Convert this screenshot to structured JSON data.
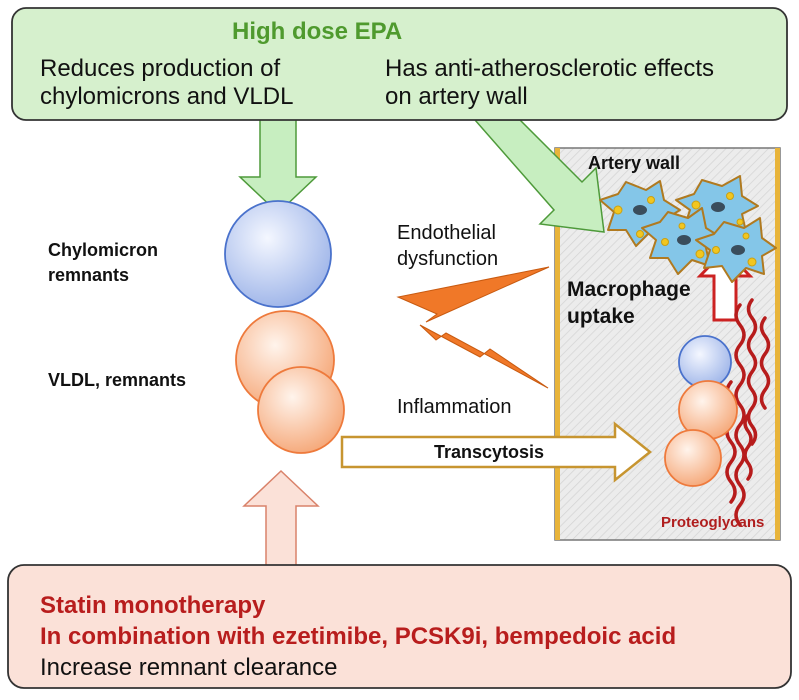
{
  "epa_box": {
    "title": "High dose EPA",
    "left_text": "Reduces production of chylomicrons and VLDL",
    "right_text": "Has anti-atherosclerotic effects on artery wall"
  },
  "particles": {
    "chylomicron_label": "Chylomicron remnants",
    "vldl_label": "VLDL, remnants"
  },
  "effects": {
    "endothelial": "Endothelial dysfunction",
    "inflammation": "Inflammation",
    "transcytosis": "Transcytosis"
  },
  "artery": {
    "title": "Artery wall",
    "macrophage": "Macrophage uptake",
    "proteoglycans": "Proteoglycans"
  },
  "statin_box": {
    "line1": "Statin monotherapy",
    "line2": "In combination with ezetimibe, PCSK9i, bempedoic acid",
    "line3": "Increase remnant clearance"
  },
  "colors": {
    "epa_fill": "#d6f0cd",
    "epa_title": "#4f9a2e",
    "statin_fill": "#fbe1d8",
    "statin_red": "#b81d1d",
    "chylo_blue": "#5b7fd0",
    "vldl_orange": "#f08a48",
    "lightning": "#f07828",
    "proteoglycan": "#b01e1e",
    "artery_bg": "#eaeaea"
  }
}
